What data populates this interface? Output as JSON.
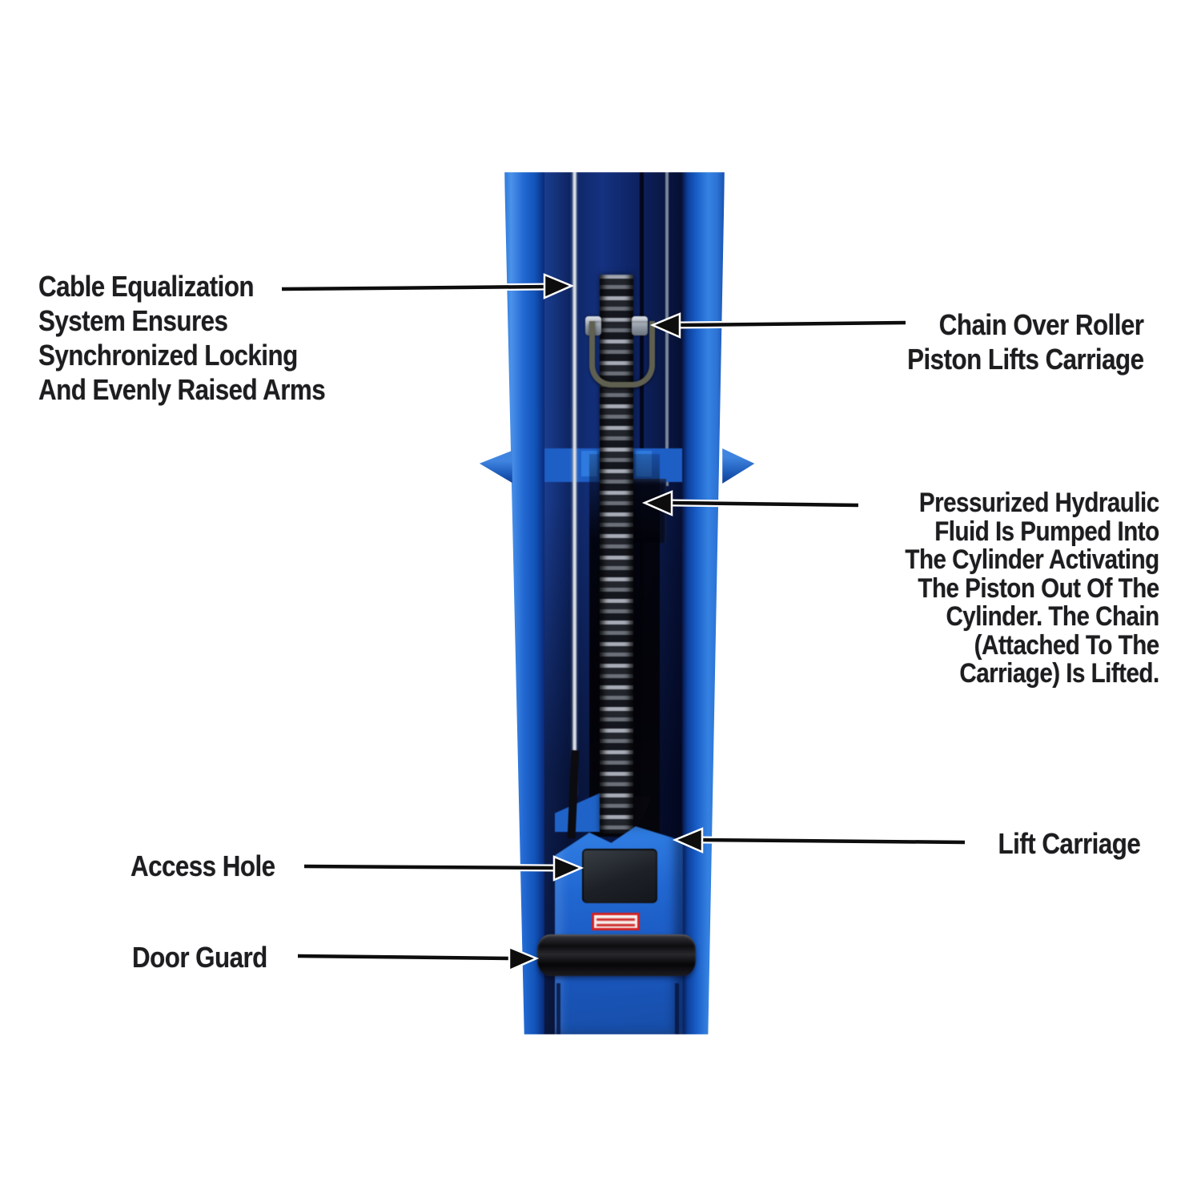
{
  "callouts": {
    "cable_equalization": {
      "text": "Cable Equalization\nSystem Ensures\nSynchronized Locking\nAnd Evenly Raised Arms"
    },
    "chain_over_roller": {
      "text": "Chain Over Roller\nPiston Lifts Carriage"
    },
    "pressurized": {
      "text": "Pressurized Hydraulic\nFluid Is Pumped Into\nThe Cylinder Activating\nThe Piston Out Of The\nCylinder. The Chain\n(Attached To The\nCarriage) Is Lifted."
    },
    "lift_carriage": {
      "text": "Lift Carriage"
    },
    "access_hole": {
      "text": "Access Hole"
    },
    "door_guard": {
      "text": "Door Guard"
    }
  },
  "colors": {
    "background": "#ffffff",
    "post_blue": "#2269d2",
    "post_dark_channel": "#0e2563",
    "cable_silver": "#e9edf3",
    "chain_gray": "#6a6f78",
    "warning_red": "#d42222",
    "label_text": "#1d1d1f",
    "arrow_black": "#0d0d0d"
  }
}
